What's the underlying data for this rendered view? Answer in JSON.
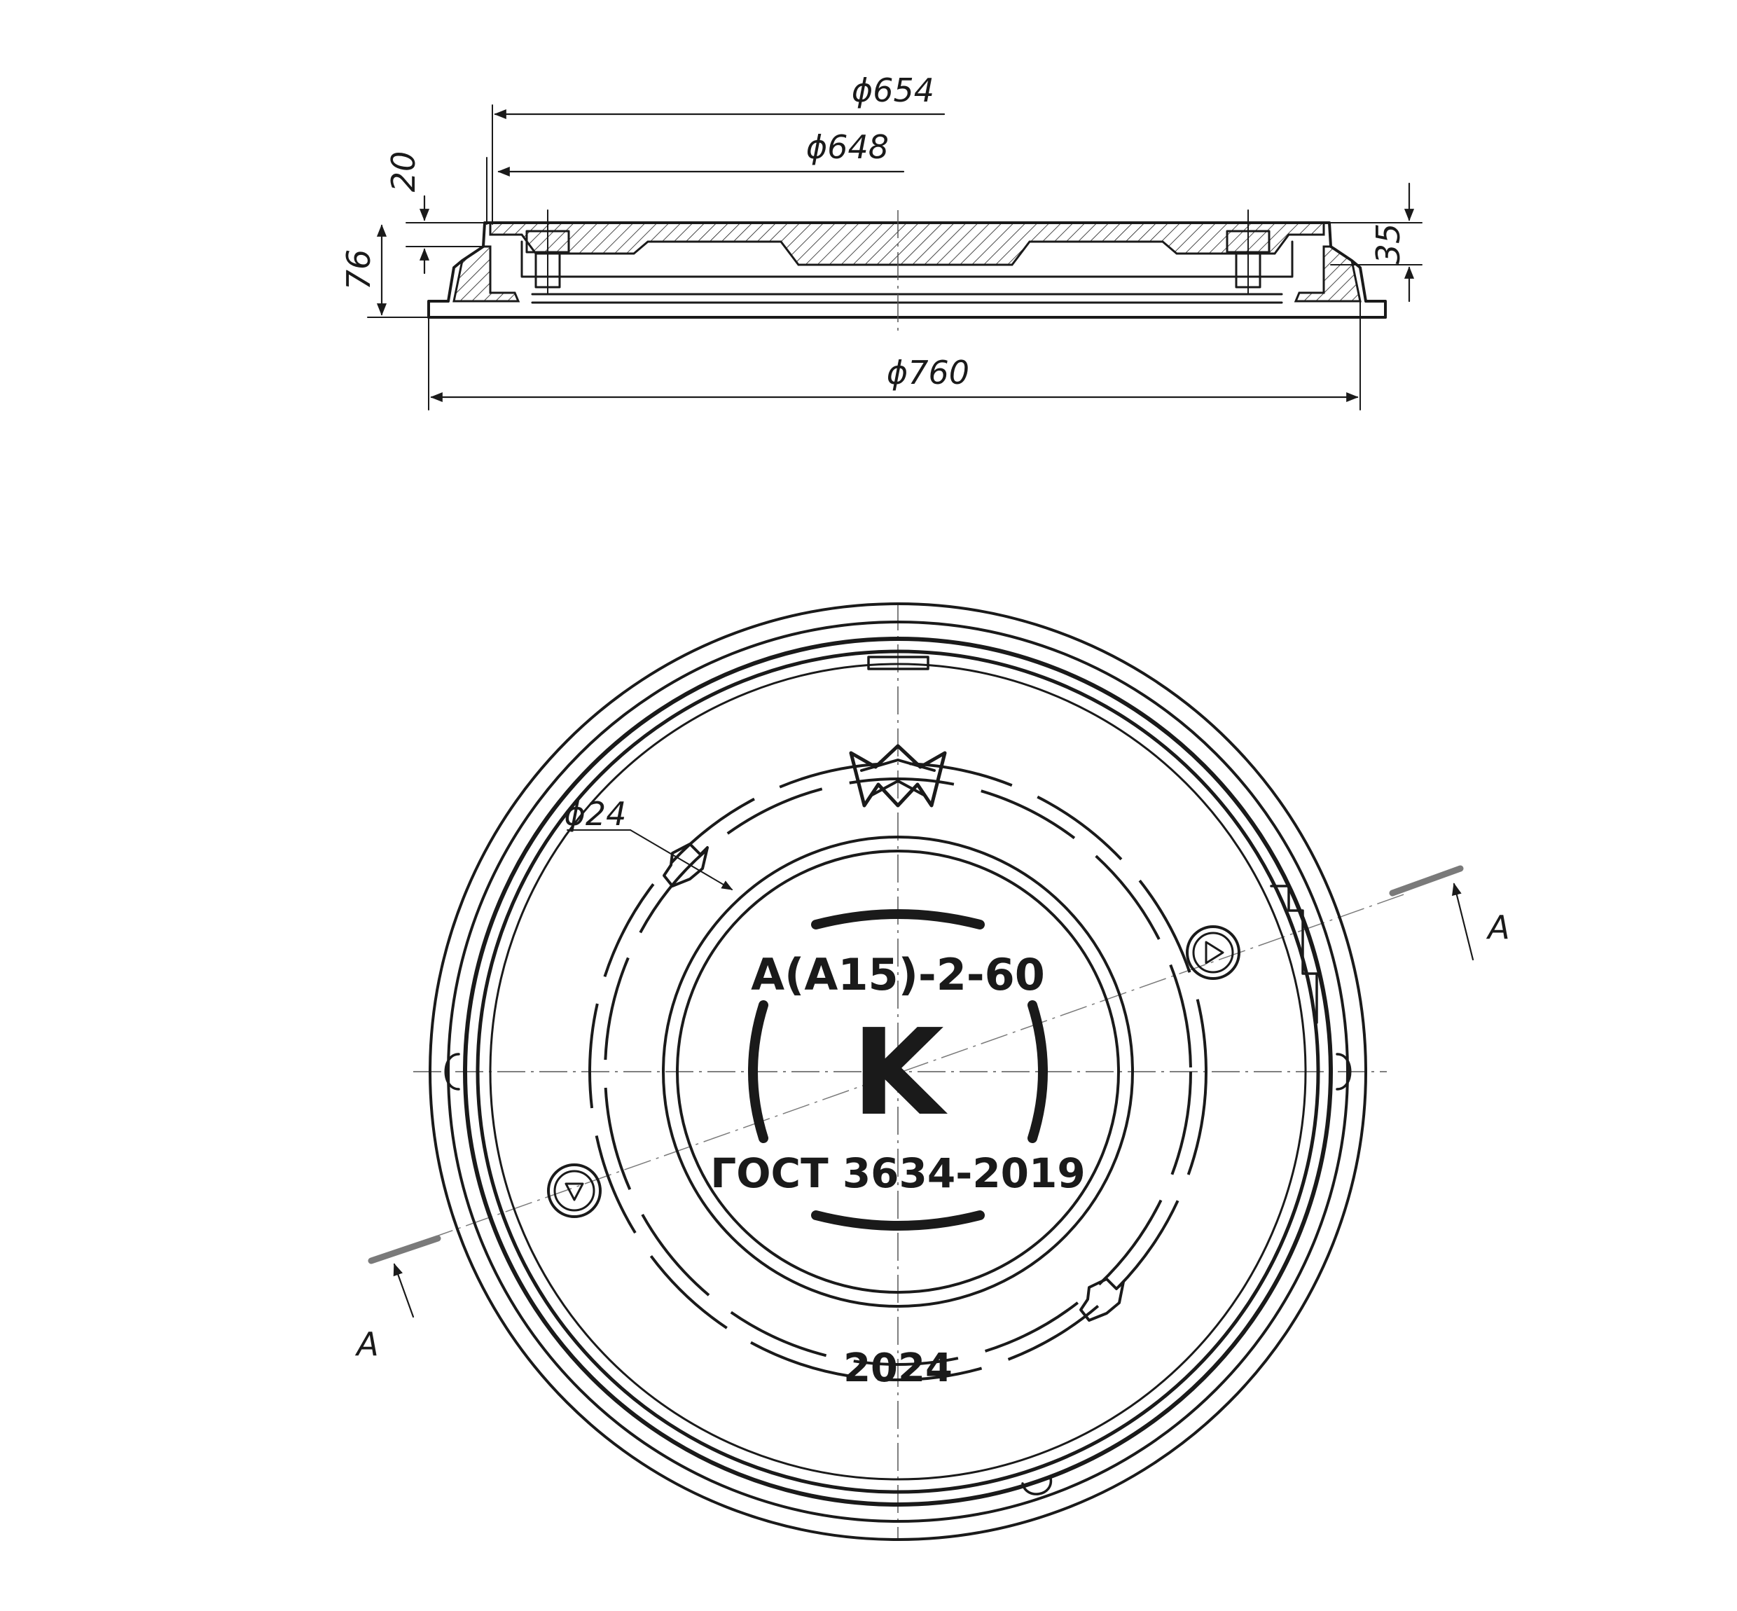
{
  "side_view": {
    "dimensions": {
      "d654": "ϕ654",
      "d648": "ϕ648",
      "d760": "ϕ760",
      "h20": "20",
      "h76": "76",
      "h35": "35"
    }
  },
  "plan_view": {
    "dimension_d24": "ϕ24",
    "section_label_top": "A",
    "section_label_bottom": "A",
    "marking_class": "A(A15)-2-60",
    "marking_letter": "K",
    "marking_standard": "ГОСТ 3634-2019",
    "marking_year": "2024",
    "logo_icon": "manufacturer-logo"
  },
  "colors": {
    "ink": "#1a1a1a",
    "section_line": "#7a7a7a",
    "background": "#ffffff"
  }
}
